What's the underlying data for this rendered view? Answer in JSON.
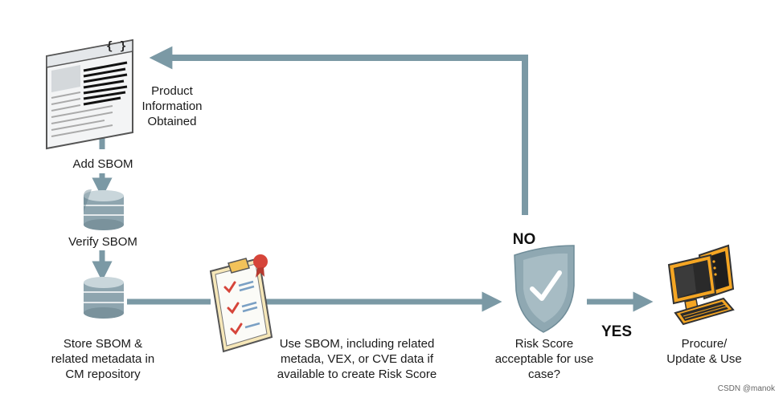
{
  "labels": {
    "product_info": [
      "Product",
      "Information",
      "Obtained"
    ],
    "add_sbom": "Add SBOM",
    "verify_sbom": "Verify SBOM",
    "store_sbom": [
      "Store SBOM &",
      "related metadata in",
      "CM repository"
    ],
    "use_sbom": [
      "Use SBOM, including related",
      "metada, VEX, or CVE data if",
      "available to create Risk Score"
    ],
    "risk_score": [
      "Risk Score",
      "acceptable for use",
      "case?"
    ],
    "procure": [
      "Procure/",
      "Update & Use"
    ],
    "no": "NO",
    "yes": "YES"
  },
  "watermark": "CSDN @manok",
  "icons": {
    "document": "code-document-icon",
    "database_1": "database-icon",
    "database_2": "database-icon",
    "checklist": "clipboard-checklist-icon",
    "shield": "shield-check-icon",
    "computer": "computer-workstation-icon"
  },
  "colors": {
    "arrow": "#7b99a5",
    "shield": "#8fa8b2",
    "check_red": "#d6453a",
    "clipboard": "#f2c25a",
    "monitor_frame": "#f5a623"
  }
}
